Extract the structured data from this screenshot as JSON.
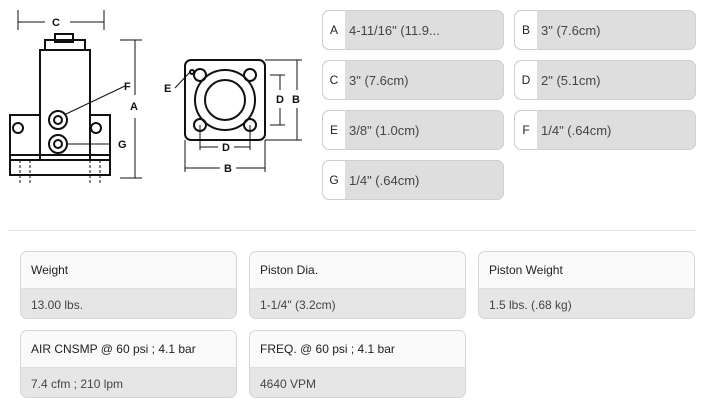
{
  "drawing": {
    "labels": {
      "a": "A",
      "b": "B",
      "c": "C",
      "d": "D",
      "e": "E",
      "f": "F",
      "g": "G"
    }
  },
  "dimensions": [
    {
      "letter": "A",
      "value": "4-11/16\"  (11.9..."
    },
    {
      "letter": "B",
      "value": "3\" (7.6cm)"
    },
    {
      "letter": "C",
      "value": "3\" (7.6cm)"
    },
    {
      "letter": "D",
      "value": "2\" (5.1cm)"
    },
    {
      "letter": "E",
      "value": "3/8\" (1.0cm)"
    },
    {
      "letter": "F",
      "value": "1/4\" (.64cm)"
    },
    {
      "letter": "G",
      "value": "1/4\" (.64cm)"
    }
  ],
  "specs": [
    {
      "label": "Weight",
      "value": "13.00 lbs."
    },
    {
      "label": "Piston Dia.",
      "value": "1-1/4\" (3.2cm)"
    },
    {
      "label": "Piston Weight",
      "value": "1.5 lbs. (.68 kg)"
    },
    {
      "label": "AIR CNSMP @ 60 psi ; 4.1 bar",
      "value": "7.4 cfm ; 210 lpm"
    },
    {
      "label": "FREQ. @ 60 psi ; 4.1 bar",
      "value": "4640 VPM"
    }
  ]
}
